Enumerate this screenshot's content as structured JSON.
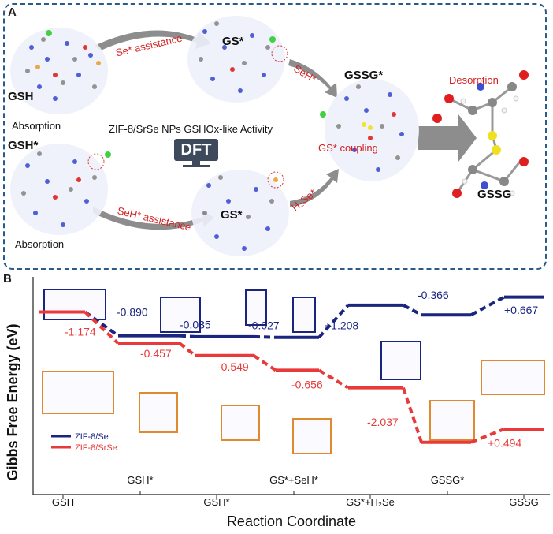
{
  "panel_a": {
    "letter": "A",
    "center_title": "ZIF-8/SrSe NPs GSHOx-like Activity",
    "dft_label": "DFT",
    "molecules": {
      "gsh": "GSH",
      "gsh_star": "GSH*",
      "gs_star_top": "GS*",
      "gs_star_bottom": "GS*",
      "gssg_star": "GSSG*",
      "gssg": "GSSG"
    },
    "absorption_top": "Absorption",
    "absorption_bottom": "Absorption",
    "arrows": {
      "se_assistance": "Se* assistance",
      "seh_assistance": "SeH* assistance",
      "seh": "SeH*",
      "h2se": "H₂Se*",
      "gs_coupling": "GS* coupling",
      "desorption": "Desorption"
    }
  },
  "panel_b": {
    "letter": "B",
    "colors": {
      "zif8_se": "#1a2580",
      "zif8_srse": "#e83a3a",
      "frame_se": "#1a2580",
      "frame_srse": "#e08a30"
    },
    "legend": [
      "ZIF-8/Se",
      "ZIF-8/SrSe"
    ],
    "series_se_energy_labels": [
      "-0.890",
      "-0.035",
      "-0.027",
      "+1.208",
      "-0.366",
      "+0.667"
    ],
    "series_srse_energy_labels": [
      "-1.174",
      "-0.457",
      "-0.549",
      "-0.656",
      "-2.037",
      "+0.494"
    ]
  },
  "chart_data": {
    "type": "line",
    "title": "",
    "xlabel": "Reaction Coordinate",
    "ylabel": "Gibbs Free Energy (eV)",
    "x_top_ticks": [
      "GSH*",
      "GS*+SeH*",
      "GSSG*"
    ],
    "x_bottom_ticks": [
      "GSH",
      "GSH*",
      "GS*+H₂Se",
      "GSSG"
    ],
    "steps": [
      "GSH",
      "GSH*",
      "GS*+SeH*",
      "GS*+H₂Se",
      "GSSG*",
      "GSSG"
    ],
    "series": [
      {
        "name": "ZIF-8/Se",
        "levels": [
          -0.6,
          -1.49,
          -1.525,
          -1.552,
          -0.344,
          -0.71,
          -0.043
        ],
        "deltas": [
          "-0.890",
          "-0.035",
          "-0.027",
          "+1.208",
          "-0.366",
          "+0.667"
        ]
      },
      {
        "name": "ZIF-8/SrSe",
        "levels": [
          -0.6,
          -1.774,
          -2.231,
          -2.78,
          -3.436,
          -5.473,
          -4.979
        ],
        "deltas": [
          "-1.174",
          "-0.457",
          "-0.549",
          "-0.656",
          "-2.037",
          "+0.494"
        ]
      }
    ]
  }
}
